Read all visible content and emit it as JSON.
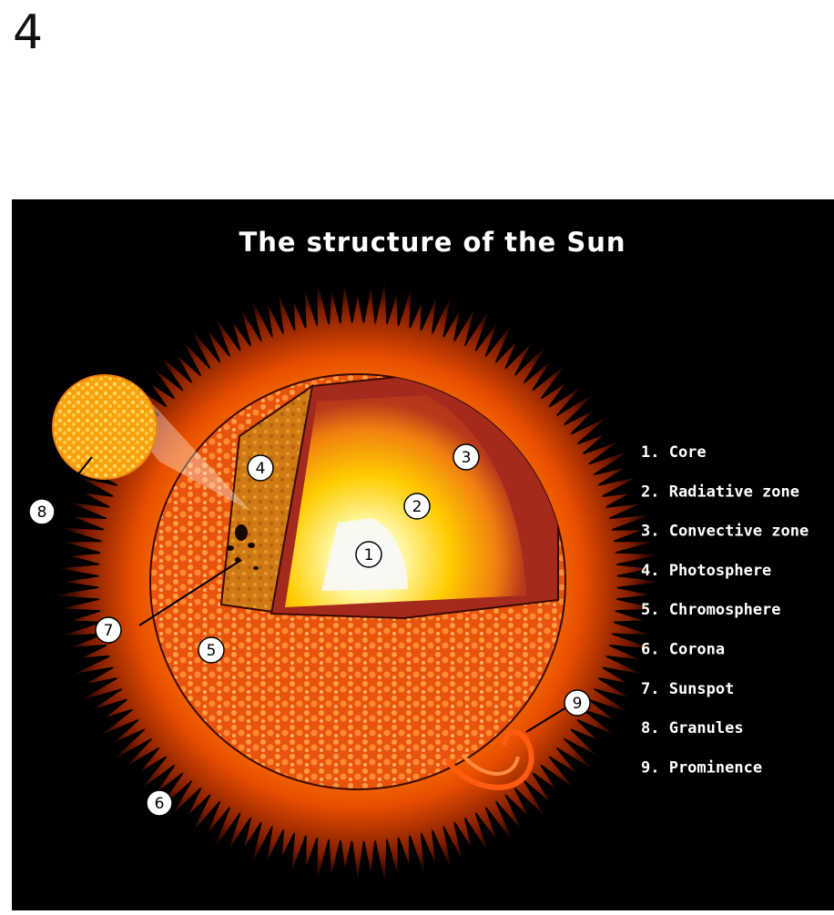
{
  "page": {
    "number": "4"
  },
  "diagram": {
    "title": "The structure of the Sun",
    "markers": [
      "1",
      "2",
      "3",
      "4",
      "5",
      "6",
      "7",
      "8",
      "9"
    ],
    "legend": [
      "1. Core",
      "2. Radiative zone",
      "3. Convective zone",
      "4. Photosphere",
      "5. Chromosphere",
      "6. Corona",
      "7. Sunspot",
      "8. Granules",
      "9. Prominence"
    ],
    "colors": {
      "background": "#000000",
      "corona": "#ff6a00",
      "surface": "#f05a10",
      "convective": "#a52a1e",
      "radiative": "#ffcc00",
      "core": "#ffffff"
    }
  }
}
